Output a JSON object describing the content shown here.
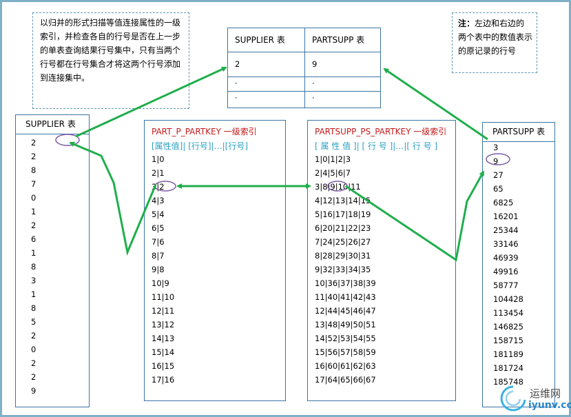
{
  "note_left": "以归并的形式扫描等值连接属性的一级索引，并检查各自的行号是否在上一步的单表查询结果行号集中，只有当两个行号都在行号集合才将这两个行号添加到连接集中。",
  "note_right": {
    "prefix": "注：",
    "text": "左边和右边的两个表中的数值表示的原记录的行号"
  },
  "result_table": {
    "headers": [
      "SUPPLIER 表",
      "PARTSUPP 表"
    ],
    "rows": [
      [
        "2",
        "9"
      ],
      [
        "·",
        "·"
      ],
      [
        "·",
        "·"
      ]
    ]
  },
  "supplier_table": {
    "title": "SUPPLIER 表",
    "rows": [
      "2",
      "2",
      "8",
      "7",
      "0",
      "1",
      "2",
      "6",
      "1",
      "8",
      "3",
      "1",
      "8",
      "5",
      "2",
      "0",
      "2",
      "2",
      "9"
    ]
  },
  "partsupp_table": {
    "title": "PARTSUPP 表",
    "rows": [
      "3",
      "9",
      "27",
      "65",
      "6825",
      "16201",
      "25344",
      "33146",
      "46939",
      "49916",
      "58777",
      "104428",
      "113454",
      "146825",
      "158715",
      "181189",
      "181724",
      "185748"
    ]
  },
  "index_part": {
    "title": "PART_P_PARTKEY 一级索引",
    "subtitle": "[属性值]| [行号]|…|[行号]",
    "rows": [
      "1|0",
      "2|1",
      "3|2",
      "4|3",
      "5|4",
      "6|5",
      "7|6",
      "8|7",
      "9|8",
      "10|9",
      "11|10",
      "12|11",
      "13|12",
      "14|13",
      "15|14",
      "16|15",
      "17|16"
    ]
  },
  "index_partsupp": {
    "title": "PARTSUPP_PS_PARTKEY 一级索引",
    "subtitle": "[ 属 性 值 ]|  [ 行 号 ]|…|[ 行 号 ]",
    "rows": [
      "1|0|1|2|3",
      "2|4|5|6|7",
      "3|8|9|10|11",
      "4|12|13|14|15",
      "5|16|17|18|19",
      "6|20|21|22|23",
      "7|24|25|26|27",
      "8|28|29|30|31",
      "9|32|33|34|35",
      "10|36|37|38|39",
      "11|40|41|42|43",
      "12|44|45|46|47",
      "13|48|49|50|51",
      "14|52|53|54|55",
      "15|56|57|58|59",
      "16|60|61|62|63",
      "17|64|65|66|67"
    ]
  },
  "watermark": {
    "name": "运维网",
    "domain": "iyunv.com"
  },
  "colors": {
    "arrow": "#1fae4b",
    "ellipse": "#7d5ca8",
    "index_title": "#c41a1a",
    "index_subtitle": "#2aa0c0",
    "border": "#3a74a6"
  }
}
